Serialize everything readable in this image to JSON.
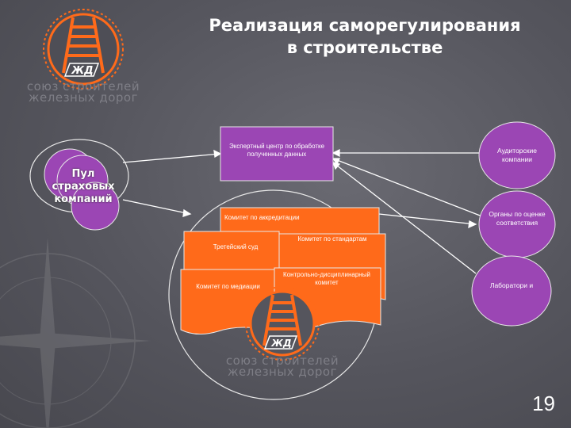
{
  "slide": {
    "title_line1": "Реализация саморегулирования",
    "title_line2": "в строительстве",
    "page_number": "19"
  },
  "logo": {
    "line1": "союз строителей",
    "line2": "железных дорог"
  },
  "nodes": {
    "expert_center": "Экспертный центр по обработке полученных данных",
    "insurance_pool": "Пул страховых компаний",
    "auditors": "Аудиторские компании",
    "conformity_bodies": "Органы по оценке соответствия",
    "laboratories": "Лаборатори и"
  },
  "committees": {
    "accreditation": "Комитет по аккредитации",
    "standards": "Комитет по стандартам",
    "arbitration": "Третейский суд",
    "mediation": "Комитет по медиации",
    "disciplinary": "Контрольно-дисциплинарный комитет"
  },
  "colors": {
    "orange": "#ff6a1a",
    "purple": "#9b46b4",
    "background": "#5a5a62"
  },
  "icons": [
    "railway-logo-icon",
    "compass-watermark-icon"
  ]
}
